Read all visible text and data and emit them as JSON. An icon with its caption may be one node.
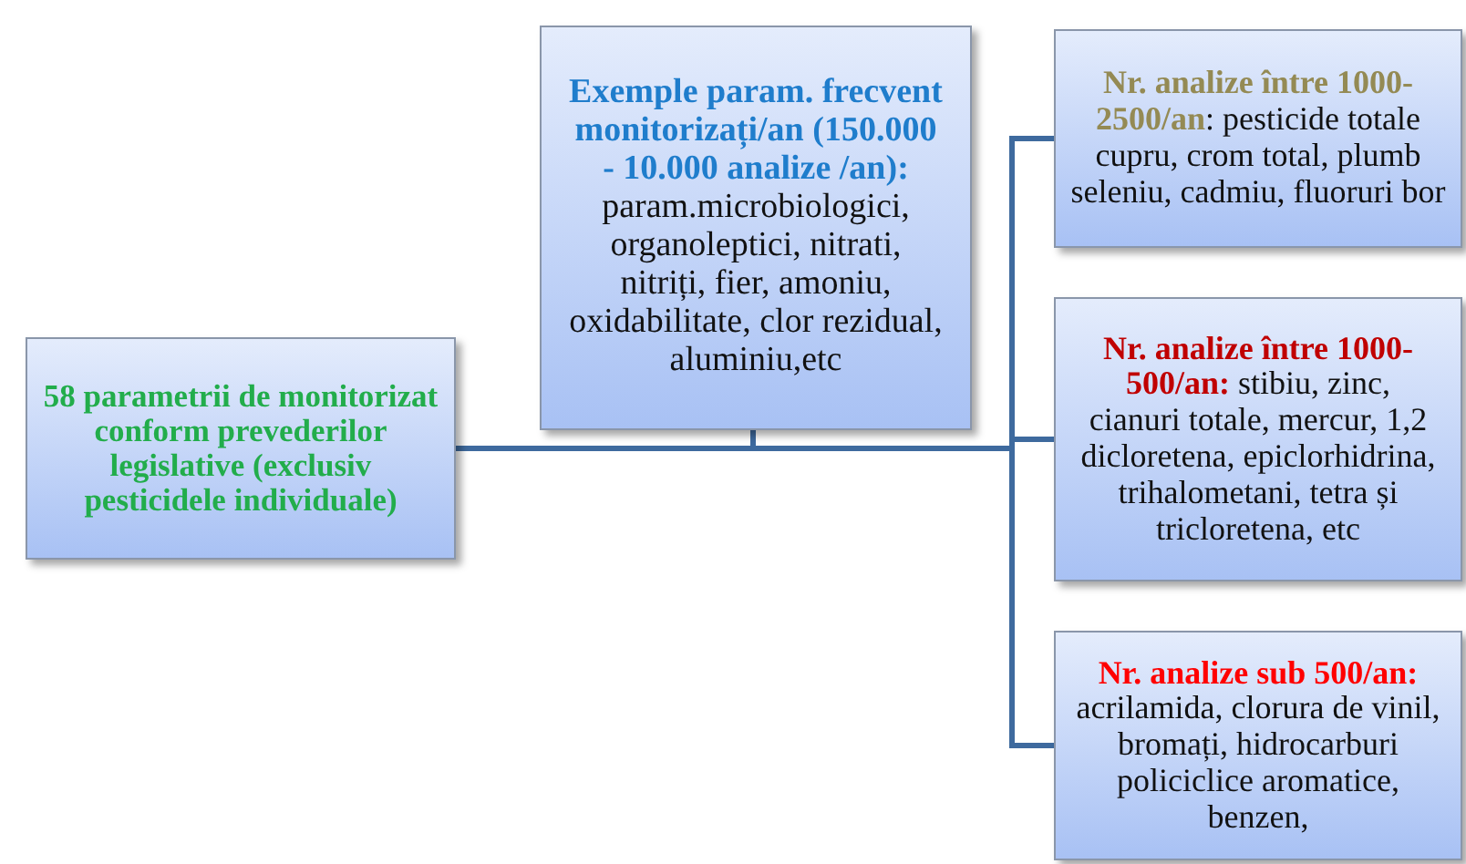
{
  "diagram": {
    "nodes": [
      {
        "text": [
          "58 parametrii de monitorizat conform prevederilor legislative (exclusiv pesticidele individuale)"
        ]
      },
      {
        "text": [
          "Exemple param. frecvent monitorizați/an (150.000 - 10.000 analize /an):",
          "param.microbiologici, organoleptici, nitrati, nitriți, fier, amoniu, oxidabilitate, clor rezidual, aluminiu,etc"
        ]
      },
      {
        "text": [
          "Nr. analize între 1000-2500/an",
          ": pesticide totale cupru, crom total, plumb seleniu, cadmiu, fluoruri bor"
        ]
      },
      {
        "text": [
          "Nr. analize între 1000-500/an:",
          "stibiu, zinc, cianuri totale, mercur, 1,2 dicloretena, epiclorhidrina, trihalometani, tetra și tricloretena, etc"
        ]
      },
      {
        "text": [
          "Nr. analize sub 500/an:",
          "acrilamida, clorura de vinil, bromați, hidrocarburi policiclice aromatice, benzen,"
        ]
      }
    ],
    "edges": [
      {
        "from": 0,
        "to": 1,
        "arrow": "none"
      },
      {
        "from": 0,
        "to": 2,
        "arrow": "none"
      },
      {
        "from": 0,
        "to": 3,
        "arrow": "none"
      },
      {
        "from": 0,
        "to": 4,
        "arrow": "none"
      }
    ]
  }
}
